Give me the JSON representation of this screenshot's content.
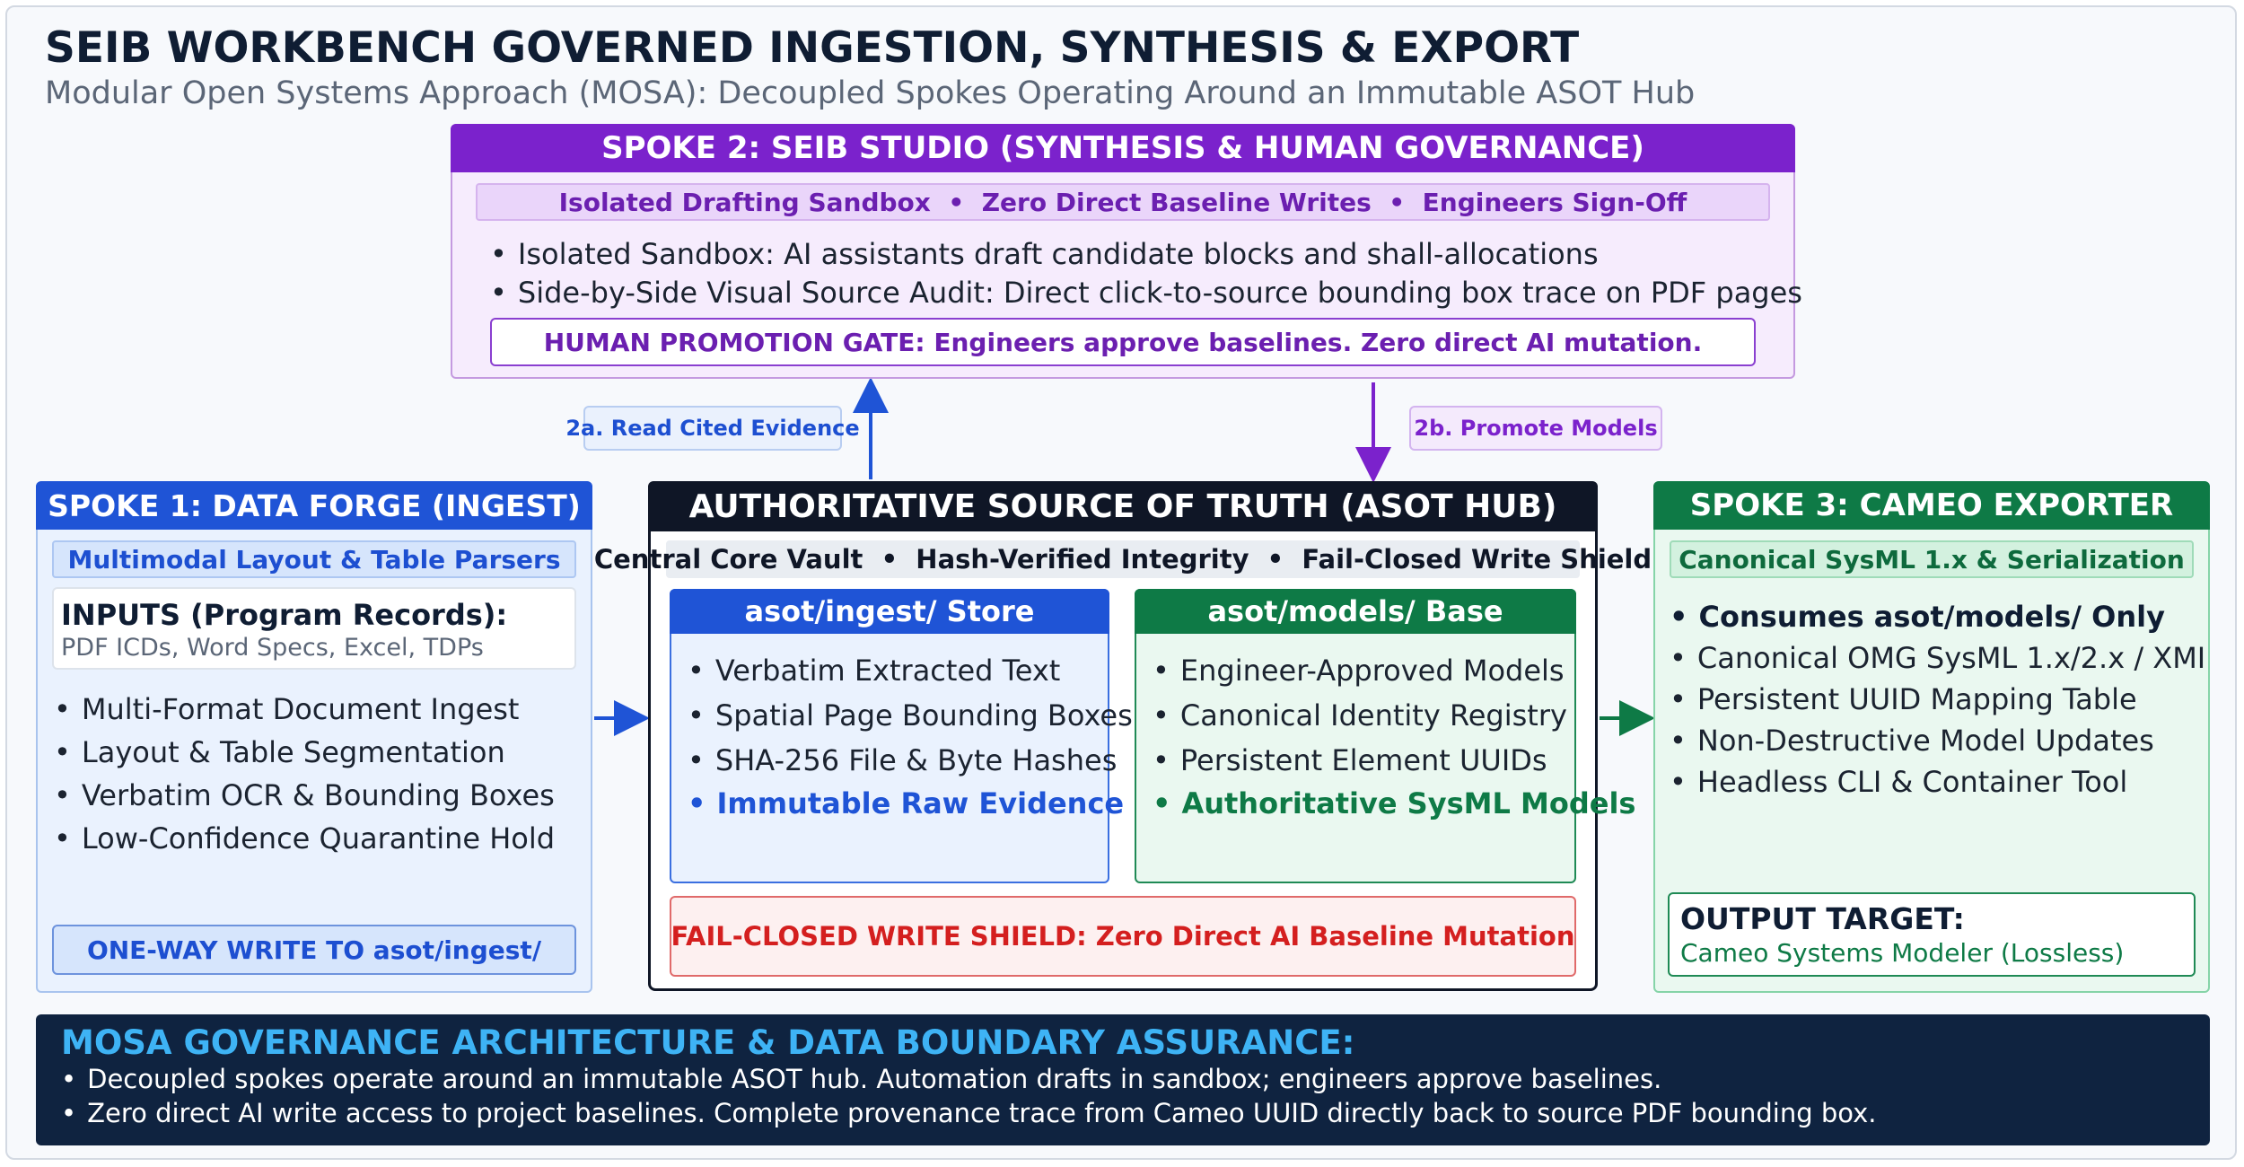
{
  "header": {
    "title": "SEIB WORKBENCH GOVERNED INGESTION, SYNTHESIS & EXPORT",
    "subtitle": "Modular Open Systems Approach (MOSA): Decoupled Spokes Operating Around an Immutable ASOT Hub"
  },
  "spoke2": {
    "title": "SPOKE 2: SEIB STUDIO (SYNTHESIS & HUMAN GOVERNANCE)",
    "tags": "Isolated Drafting Sandbox  •  Zero Direct Baseline Writes  •  Engineers Sign-Off",
    "bullets": [
      "Isolated Sandbox: AI assistants draft candidate blocks and shall-allocations",
      "Side-by-Side Visual Source Audit: Direct click-to-source bounding box trace on PDF pages"
    ],
    "gate": "HUMAN PROMOTION GATE: Engineers approve baselines. Zero direct AI mutation."
  },
  "connectors": {
    "read_evidence": "2a. Read Cited Evidence",
    "promote_models": "2b. Promote Models"
  },
  "spoke1": {
    "title": "SPOKE 1: DATA FORGE (INGEST)",
    "parsers": "Multimodal Layout & Table Parsers",
    "inputs_title": "INPUTS (Program Records):",
    "inputs_sub": "PDF ICDs, Word Specs, Excel, TDPs",
    "bullets": [
      "Multi-Format Document Ingest",
      "Layout & Table Segmentation",
      "Verbatim OCR & Bounding Boxes",
      "Low-Confidence Quarantine Hold"
    ],
    "oneway": "ONE-WAY WRITE TO asot/ingest/"
  },
  "hub": {
    "title": "AUTHORITATIVE SOURCE OF TRUTH (ASOT HUB)",
    "tags": "Central Core Vault  •  Hash-Verified Integrity  •  Fail-Closed Write Shield",
    "ingest_store": {
      "title": "asot/ingest/ Store",
      "bullets": [
        "Verbatim Extracted Text",
        "Spatial Page Bounding Boxes",
        "SHA-256 File & Byte Hashes"
      ],
      "emphasis": "Immutable Raw Evidence"
    },
    "models_base": {
      "title": "asot/models/ Base",
      "bullets": [
        "Engineer-Approved Models",
        "Canonical Identity Registry",
        "Persistent Element UUIDs"
      ],
      "emphasis": "Authoritative SysML Models"
    },
    "shield": "FAIL-CLOSED WRITE SHIELD: Zero Direct AI Baseline Mutation"
  },
  "spoke3": {
    "title": "SPOKE 3: CAMEO EXPORTER",
    "tag": "Canonical SysML 1.x & Serialization",
    "bullets": [
      "Consumes asot/models/ Only",
      "Canonical OMG SysML 1.x/2.x / XMI",
      "Persistent UUID Mapping Table",
      "Non-Destructive Model Updates",
      "Headless CLI & Container Tool"
    ],
    "output_title": "OUTPUT TARGET:",
    "output_sub": "Cameo Systems Modeler (Lossless)"
  },
  "footer": {
    "title": "MOSA GOVERNANCE ARCHITECTURE & DATA BOUNDARY ASSURANCE:",
    "lines": [
      "Decoupled spokes operate around an immutable ASOT hub. Automation drafts in sandbox; engineers approve baselines.",
      "Zero direct AI write access to project baselines. Complete provenance trace from Cameo UUID directly back to source PDF bounding box."
    ]
  },
  "colors": {
    "spoke1_blue": "#1f54d6",
    "spoke2_purple": "#7b22cc",
    "spoke3_green": "#0e7a46",
    "hub_dark": "#0f1626",
    "shield_red": "#d41f1f",
    "footer_navy": "#0f2340",
    "footer_accent": "#3eb3f5"
  }
}
